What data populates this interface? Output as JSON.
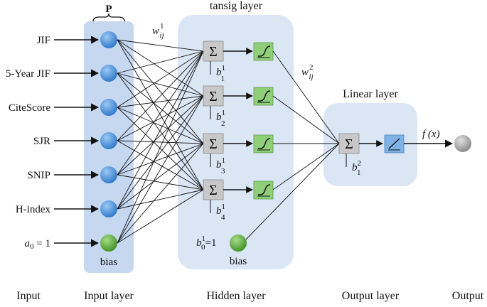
{
  "colors": {
    "panel": "#dbe6f5",
    "input_panel": "#c6d7f0",
    "node_blue": "#3d86d6",
    "node_green": "#56a83a",
    "node_gray": "#9a9a9a",
    "sum_box": "#c8c8c8",
    "tansig_box": "#8fcf7a",
    "linear_box": "#7fb3e6",
    "line": "#111111"
  },
  "input_panel": {
    "brace_label": "P"
  },
  "inputs": [
    {
      "label": "JIF"
    },
    {
      "label": "5-Year JIF"
    },
    {
      "label": "CiteScore"
    },
    {
      "label": "SJR"
    },
    {
      "label": "SNIP"
    },
    {
      "label": "H-index"
    }
  ],
  "bias_input": {
    "a": "a",
    "a_sub": "0",
    "a_rest": " = 1",
    "node_label": "bias"
  },
  "hidden": {
    "title": "tansig layer",
    "weight": {
      "w": "w",
      "sup": "1",
      "sub": "ij"
    },
    "sum_symbol": "Σ",
    "activation_icon": "tansig-icon",
    "neurons": [
      {
        "b": "b",
        "sup": "1",
        "sub": "1"
      },
      {
        "b": "b",
        "sup": "1",
        "sub": "2"
      },
      {
        "b": "b",
        "sup": "1",
        "sub": "3"
      },
      {
        "b": "b",
        "sup": "1",
        "sub": "4"
      }
    ],
    "bias": {
      "b": "b",
      "sup": "1",
      "sub": "0",
      "rest": "=1",
      "node_label": "bias"
    }
  },
  "output_layer": {
    "title": "Linear layer",
    "weight": {
      "w": "w",
      "sup": "2",
      "sub": "ij"
    },
    "sum_symbol": "Σ",
    "activation_icon": "linear-icon",
    "bias": {
      "b": "b",
      "sup": "2",
      "sub": "1"
    },
    "fx": "f (x)"
  },
  "bottom_labels": {
    "input": "Input",
    "input_layer": "Input layer",
    "hidden_layer": "Hidden layer",
    "output_layer": "Output layer",
    "output": "Output"
  }
}
